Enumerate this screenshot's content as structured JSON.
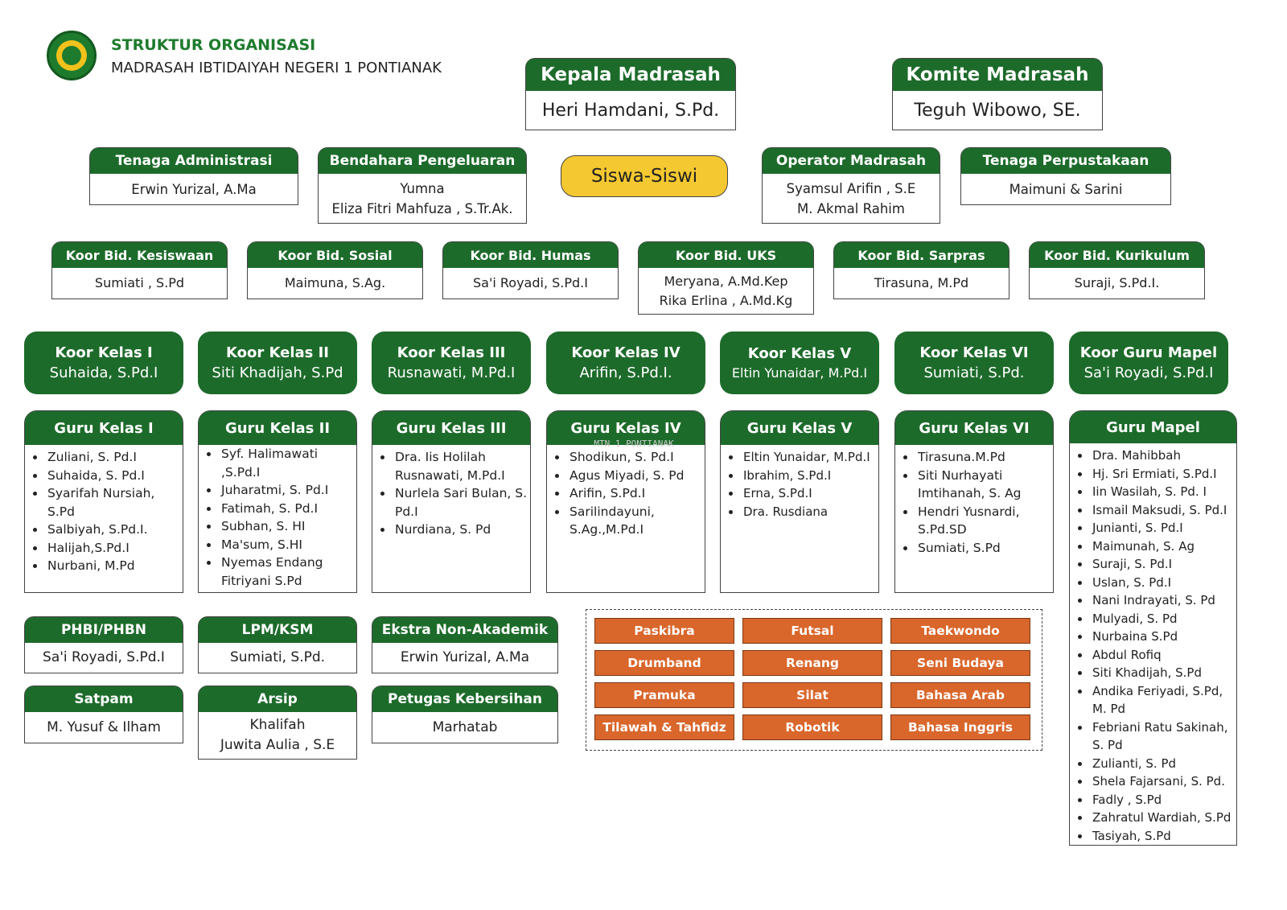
{
  "header": {
    "title": "STRUKTUR ORGANISASI",
    "subtitle": "MADRASAH IBTIDAIYAH NEGERI 1 PONTIANAK"
  },
  "watermark": "MTN 1 PONTIANAK",
  "kepala": {
    "title": "Kepala Madrasah",
    "name": "Heri Hamdani, S.Pd."
  },
  "komite": {
    "title": "Komite Madrasah",
    "name": "Teguh Wibowo, SE."
  },
  "siswa": "Siswa-Siswi",
  "staff": [
    {
      "title": "Tenaga Administrasi",
      "names": [
        "Erwin Yurizal, A.Ma"
      ]
    },
    {
      "title": "Bendahara Pengeluaran",
      "names": [
        "Yumna",
        "Eliza Fitri Mahfuza , S.Tr.Ak."
      ]
    },
    {
      "title": "Operator Madrasah",
      "names": [
        "Syamsul Arifin , S.E",
        "M. Akmal Rahim"
      ]
    },
    {
      "title": "Tenaga Perpustakaan",
      "names": [
        "Maimuni & Sarini"
      ]
    }
  ],
  "koor_bidang": [
    {
      "title": "Koor Bid. Kesiswaan",
      "names": [
        "Sumiati , S.Pd"
      ]
    },
    {
      "title": "Koor Bid. Sosial",
      "names": [
        "Maimuna, S.Ag."
      ]
    },
    {
      "title": "Koor Bid. Humas",
      "names": [
        "Sa'i Royadi, S.Pd.I"
      ]
    },
    {
      "title": "Koor Bid. UKS",
      "names": [
        "Meryana, A.Md.Kep",
        "Rika Erlina , A.Md.Kg"
      ]
    },
    {
      "title": "Koor Bid. Sarpras",
      "names": [
        "Tirasuna, M.Pd"
      ]
    },
    {
      "title": "Koor Bid. Kurikulum",
      "names": [
        "Suraji, S.Pd.I."
      ]
    }
  ],
  "koor_kelas": [
    {
      "title": "Koor Kelas I",
      "name": "Suhaida, S.Pd.I"
    },
    {
      "title": "Koor Kelas II",
      "name": "Siti Khadijah, S.Pd"
    },
    {
      "title": "Koor Kelas III",
      "name": "Rusnawati, M.Pd.I"
    },
    {
      "title": "Koor Kelas IV",
      "name": "Arifin, S.Pd.I."
    },
    {
      "title": "Koor Kelas V",
      "name": "Eltin Yunaidar, M.Pd.I"
    },
    {
      "title": "Koor Kelas VI",
      "name": "Sumiati, S.Pd."
    },
    {
      "title": "Koor Guru Mapel",
      "name": "Sa'i Royadi, S.Pd.I"
    }
  ],
  "guru_kelas": [
    {
      "title": "Guru Kelas I",
      "names": [
        "Zuliani, S. Pd.I",
        "Suhaida, S. Pd.I",
        "Syarifah Nursiah, S.Pd",
        "Salbiyah, S.Pd.I.",
        "Halijah,S.Pd.I",
        "Nurbani, M.Pd"
      ]
    },
    {
      "title": "Guru Kelas II",
      "names": [
        "Syf. Halimawati ,S.Pd.I",
        "Juharatmi, S. Pd.I",
        "Fatimah, S. Pd.I",
        "Subhan, S. HI",
        "Ma'sum, S.HI",
        "Nyemas Endang Fitriyani S.Pd"
      ]
    },
    {
      "title": "Guru Kelas III",
      "names": [
        "Dra. Iis Holilah Rusnawati, M.Pd.I",
        "Nurlela Sari Bulan, S. Pd.I",
        "Nurdiana, S. Pd"
      ]
    },
    {
      "title": "Guru Kelas IV",
      "names": [
        "Shodikun, S. Pd.I",
        "Agus Miyadi, S. Pd",
        "Arifin, S.Pd.I",
        "Sarilindayuni, S.Ag.,M.Pd.I"
      ]
    },
    {
      "title": "Guru Kelas V",
      "names": [
        "Eltin Yunaidar, M.Pd.I",
        "Ibrahim, S.Pd.I",
        "Erna, S.Pd.I",
        "Dra. Rusdiana"
      ]
    },
    {
      "title": "Guru Kelas VI",
      "names": [
        "Tirasuna.M.Pd",
        "Siti Nurhayati Imtihanah, S. Ag",
        "Hendri Yusnardi, S.Pd.SD",
        "Sumiati, S.Pd"
      ]
    }
  ],
  "guru_mapel": {
    "title": "Guru Mapel",
    "names": [
      "Dra. Mahibbah",
      "Hj. Sri Ermiati, S.Pd.I",
      "Iin Wasilah, S. Pd. I",
      "Ismail Maksudi, S. Pd.I",
      "Junianti, S. Pd.I",
      "Maimunah, S. Ag",
      "Suraji, S. Pd.I",
      "Uslan, S. Pd.I",
      "Nani Indrayati, S. Pd",
      "Mulyadi, S. Pd",
      "Nurbaina S.Pd",
      "Abdul Rofiq",
      "Siti Khadijah, S.Pd",
      "Andika Feriyadi, S.Pd, M. Pd",
      "Febriani Ratu Sakinah, S. Pd",
      "Zulianti, S. Pd",
      "Shela Fajarsani, S. Pd.",
      "Fadly , S.Pd",
      "Zahratul Wardiah, S.Pd",
      "Tasiyah, S.Pd"
    ]
  },
  "lower_units": [
    {
      "title": "PHBI/PHBN",
      "names": [
        "Sa'i Royadi, S.Pd.I"
      ]
    },
    {
      "title": "LPM/KSM",
      "names": [
        "Sumiati, S.Pd."
      ]
    },
    {
      "title": "Ekstra Non-Akademik",
      "names": [
        "Erwin Yurizal, A.Ma"
      ]
    },
    {
      "title": "Satpam",
      "names": [
        "M. Yusuf & Ilham"
      ]
    },
    {
      "title": "Arsip",
      "names": [
        "Khalifah",
        "Juwita Aulia , S.E"
      ]
    },
    {
      "title": "Petugas Kebersihan",
      "names": [
        "Marhatab"
      ]
    }
  ],
  "ekstrakurikuler": [
    "Paskibra",
    "Futsal",
    "Taekwondo",
    "Drumband",
    "Renang",
    "Seni Budaya",
    "Pramuka",
    "Silat",
    "Bahasa Arab",
    "Tilawah & Tahfidz",
    "Robotik",
    "Bahasa Inggris"
  ],
  "colors": {
    "green": "#1d6b2b",
    "title_green": "#1e7b2d",
    "yellow": "#f4c830",
    "orange": "#d9662b"
  }
}
